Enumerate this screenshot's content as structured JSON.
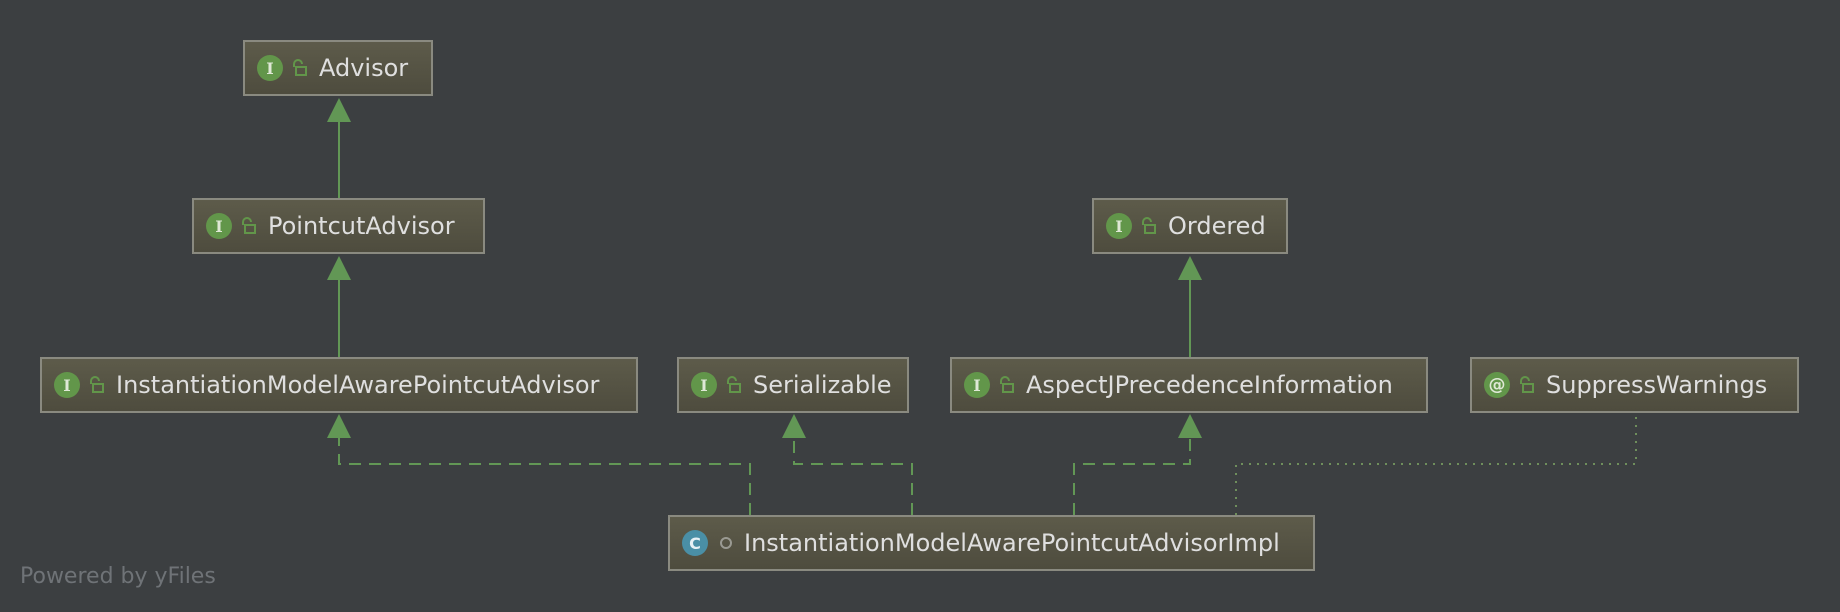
{
  "diagram": {
    "nodes": [
      {
        "id": "advisor",
        "kind": "I",
        "modifier": "public",
        "label": "Advisor"
      },
      {
        "id": "pointcut-advisor",
        "kind": "I",
        "modifier": "public",
        "label": "PointcutAdvisor"
      },
      {
        "id": "ordered",
        "kind": "I",
        "modifier": "public",
        "label": "Ordered"
      },
      {
        "id": "instantiation-model-aware-pointcut-advisor",
        "kind": "I",
        "modifier": "public",
        "label": "InstantiationModelAwarePointcutAdvisor"
      },
      {
        "id": "serializable",
        "kind": "I",
        "modifier": "public",
        "label": "Serializable"
      },
      {
        "id": "aspectj-precedence-information",
        "kind": "I",
        "modifier": "public",
        "label": "AspectJPrecedenceInformation"
      },
      {
        "id": "suppress-warnings",
        "kind": "@",
        "modifier": "public",
        "label": "SuppressWarnings"
      },
      {
        "id": "instantiation-model-aware-pointcut-advisor-impl",
        "kind": "C",
        "modifier": "package-private",
        "label": "InstantiationModelAwarePointcutAdvisorImpl"
      }
    ],
    "edges": [
      {
        "from": "pointcut-advisor",
        "to": "advisor",
        "type": "extends"
      },
      {
        "from": "instantiation-model-aware-pointcut-advisor",
        "to": "pointcut-advisor",
        "type": "extends"
      },
      {
        "from": "aspectj-precedence-information",
        "to": "ordered",
        "type": "extends"
      },
      {
        "from": "instantiation-model-aware-pointcut-advisor-impl",
        "to": "instantiation-model-aware-pointcut-advisor",
        "type": "implements"
      },
      {
        "from": "instantiation-model-aware-pointcut-advisor-impl",
        "to": "serializable",
        "type": "implements"
      },
      {
        "from": "instantiation-model-aware-pointcut-advisor-impl",
        "to": "aspectj-precedence-information",
        "type": "implements"
      },
      {
        "from": "instantiation-model-aware-pointcut-advisor-impl",
        "to": "suppress-warnings",
        "type": "annotated-with"
      }
    ],
    "colors": {
      "background": "#3c3f41",
      "edge": "#629755",
      "annotation_edge": "#6f8f5c",
      "interface_badge": "#62964a",
      "class_badge": "#4a8fa6",
      "node_fill": "#5d5b4a",
      "node_border": "#8a8a80"
    }
  },
  "footer": {
    "text": "Powered by yFiles"
  }
}
